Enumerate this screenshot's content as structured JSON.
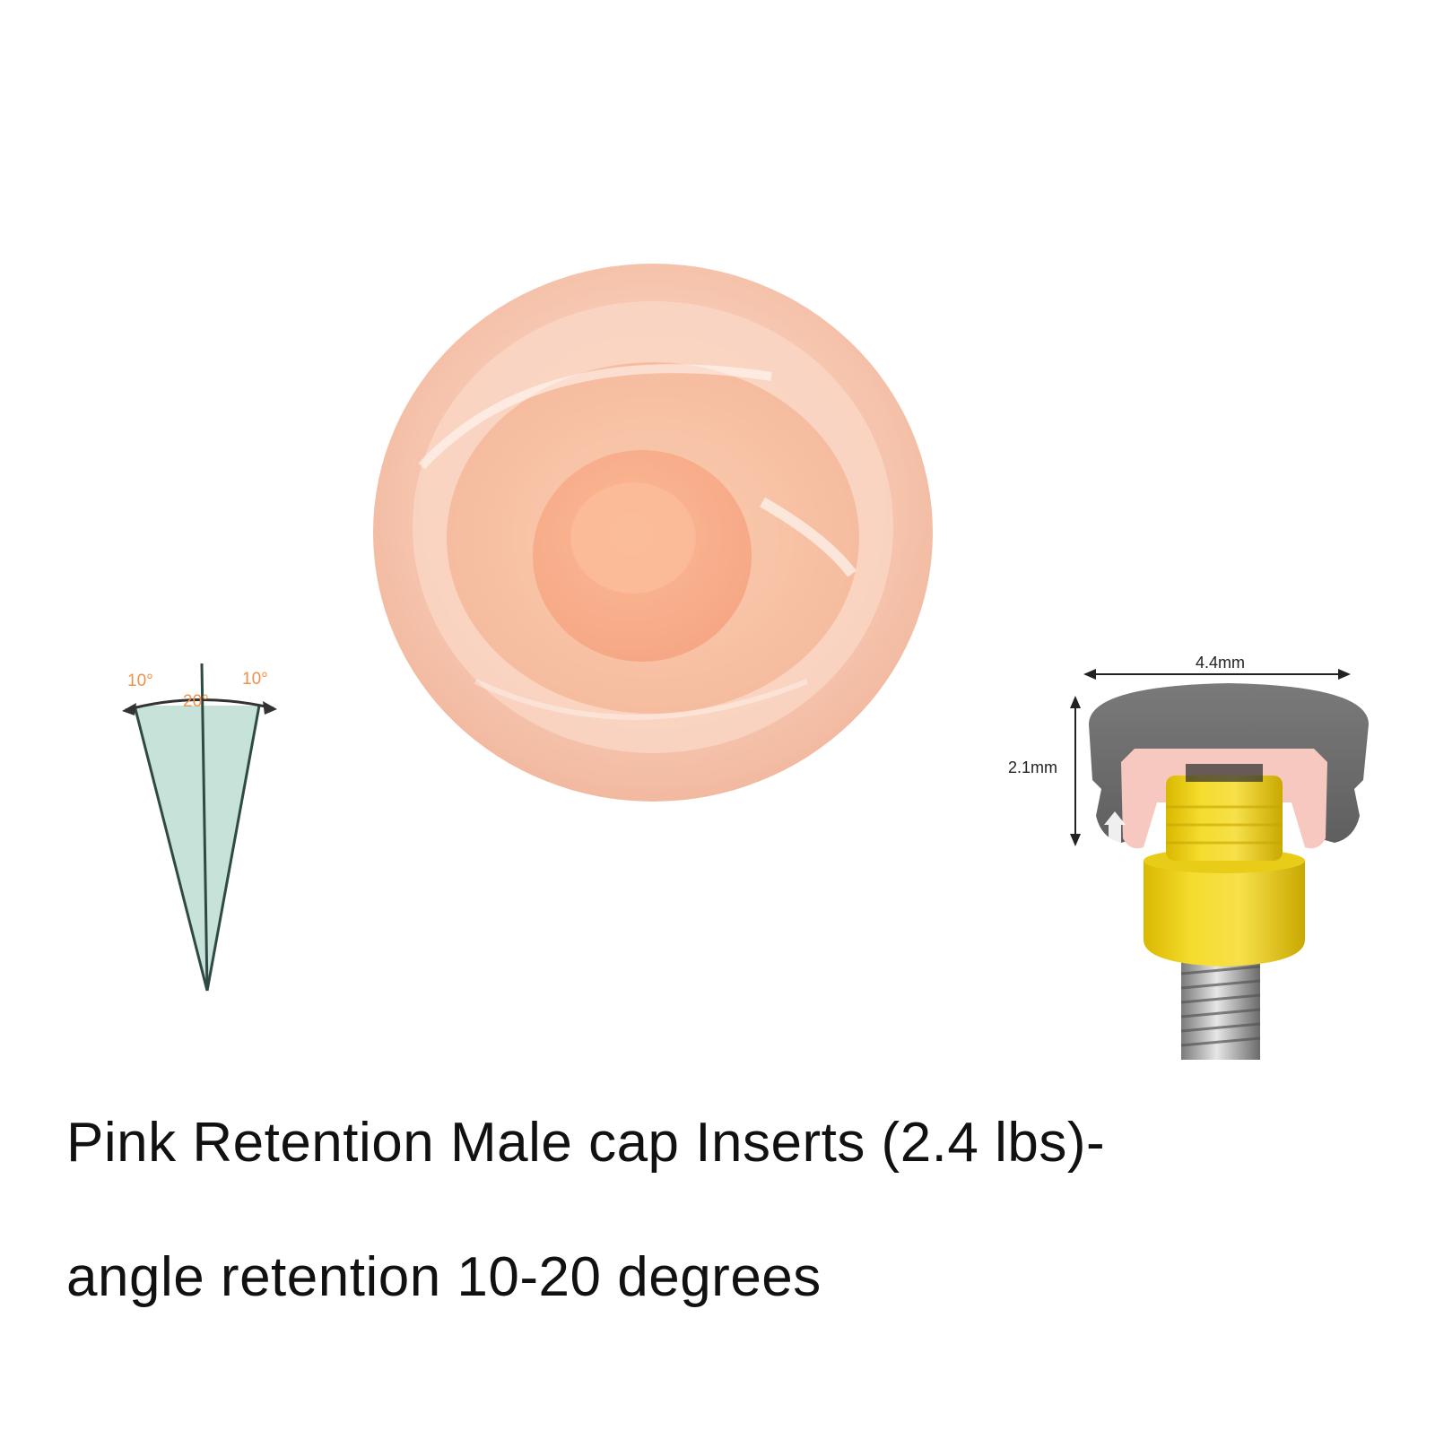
{
  "product": {
    "caption_line1": "Pink Retention Male cap Inserts (2.4 lbs)-",
    "caption_line2": "angle retention 10-20 degrees"
  },
  "angle_diagram": {
    "left_label": "10°",
    "center_label": "20°",
    "right_label": "10°",
    "label_color": "#f0904a",
    "fill_color": "#c7e2d8",
    "line_color": "#2f4a44"
  },
  "abutment_diagram": {
    "width_label": "4.4mm",
    "height_label": "2.1mm"
  },
  "colors": {
    "cap_pink": "#f6c2aa",
    "housing_gray": "#707070",
    "abutment_yellow": "#f0d21a"
  }
}
